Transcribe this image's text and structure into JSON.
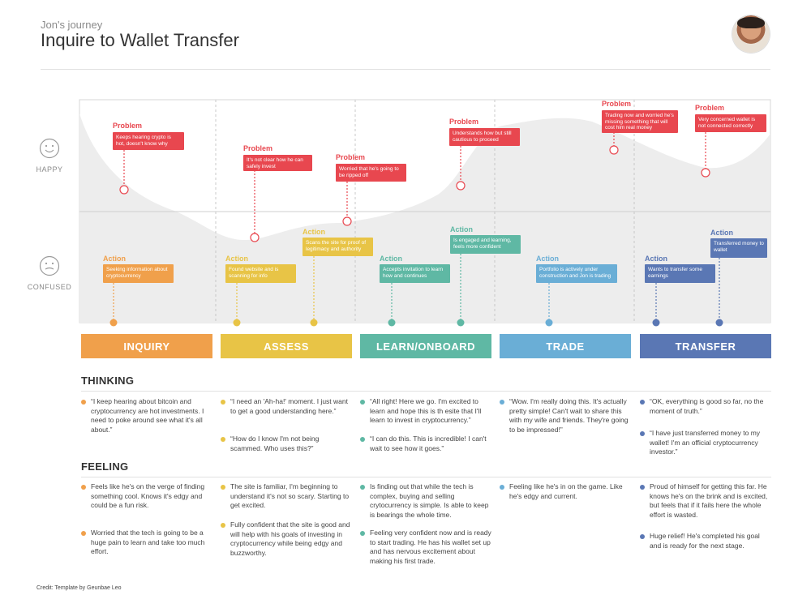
{
  "header": {
    "subtitle": "Jon's journey",
    "title": "Inquire to Wallet Transfer"
  },
  "moods": {
    "happy": "HAPPY",
    "confused": "CONFUSED"
  },
  "colors": {
    "inquiry": "#f0a04b",
    "assess": "#e8c446",
    "learn": "#5fb8a4",
    "trade": "#6aaed6",
    "transfer": "#5a77b4",
    "problem": "#e8474f",
    "band": "#ededed"
  },
  "stages": [
    {
      "label": "INQUIRY",
      "color": "#f0a04b"
    },
    {
      "label": "ASSESS",
      "color": "#e8c446"
    },
    {
      "label": "LEARN/ONBOARD",
      "color": "#5fb8a4"
    },
    {
      "label": "TRADE",
      "color": "#6aaed6"
    },
    {
      "label": "TRANSFER",
      "color": "#5a77b4"
    }
  ],
  "problems": [
    {
      "title": "Problem",
      "text": "Keeps hearing crypto is hot, doesn't know why"
    },
    {
      "title": "Problem",
      "text": "It's not clear how he can safely invest"
    },
    {
      "title": "Problem",
      "text": "Worried that he's going to be ripped off"
    },
    {
      "title": "Problem",
      "text": "Understands how but still cautious to proceed"
    },
    {
      "title": "Problem",
      "text": "Trading now and worried he's missing something that will cost him real money"
    },
    {
      "title": "Problem",
      "text": "Very concerned wallet is not connected correctly"
    }
  ],
  "actions": [
    {
      "title": "Action",
      "text": "Seeking information about cryptocurrency"
    },
    {
      "title": "Action",
      "text": "Found website and is scanning for info"
    },
    {
      "title": "Action",
      "text": "Scans the site for proof of legitimacy and authority"
    },
    {
      "title": "Action",
      "text": "Accepts invitation to learn how and continues"
    },
    {
      "title": "Action",
      "text": "Is engaged and learning, feels more confident"
    },
    {
      "title": "Action",
      "text": "Portfolio is actively under construction and Jon is trading"
    },
    {
      "title": "Action",
      "text": "Wants to transfer some earnings"
    },
    {
      "title": "Action",
      "text": "Transferred money to wallet"
    }
  ],
  "thinking": {
    "heading": "THINKING",
    "columns": [
      [
        "“I keep hearing about bitcoin and cryptocurrency are hot investments. I need to poke around see what it's all about.”"
      ],
      [
        "“I need an 'Ah-ha!' moment. I just want to get a good understanding here.”",
        "“How do I know I'm not being scammed. Who uses this?”"
      ],
      [
        "“All right! Here we go. I'm excited to learn and hope this is th esite that I'll learn to invest in cryptocurrency.”",
        "“I can do this. This is incredible! I can't wait to see how it goes.”"
      ],
      [
        "“Wow. I'm really doing this. It's actually pretty simple! Can't wait to share this with my wife and friends. They're going to be impressed!”"
      ],
      [
        "“OK, everything is good so far, no the moment of truth.”",
        "“I have just transferred money to my wallet! I'm an official cryptocurrency investor.”"
      ]
    ]
  },
  "feeling": {
    "heading": "FEELING",
    "columns": [
      [
        "Feels like he's on the verge of finding something cool. Knows it's edgy and could be a fun risk.",
        "Worried that the tech is going to be a huge pain to learn and take too much effort."
      ],
      [
        "The site is familiar, I'm beginning to understand it's not so scary. Starting to get excited.",
        "Fully confident that the site is good and will help with his goals of investing in cryptocurrency while being edgy and buzzworthy."
      ],
      [
        "Is finding out that while the tech is complex, buying and selling crytocurrency is simple. Is able to keep is bearings the whole time.",
        "Feeling very confident now and is ready to start trading. He has his wallet set up and has nervous excitement about making his first trade."
      ],
      [
        "Feeling like he's in on the game. Like he's edgy and current."
      ],
      [
        "Proud of himself for getting this far. He knows he's on the brink and is excited, but feels that if it fails here the whole effort is wasted.",
        "Huge relief! He's completed his goal and is ready for the next stage."
      ]
    ]
  },
  "credit": "Credit: Template by Geunbae Leo"
}
